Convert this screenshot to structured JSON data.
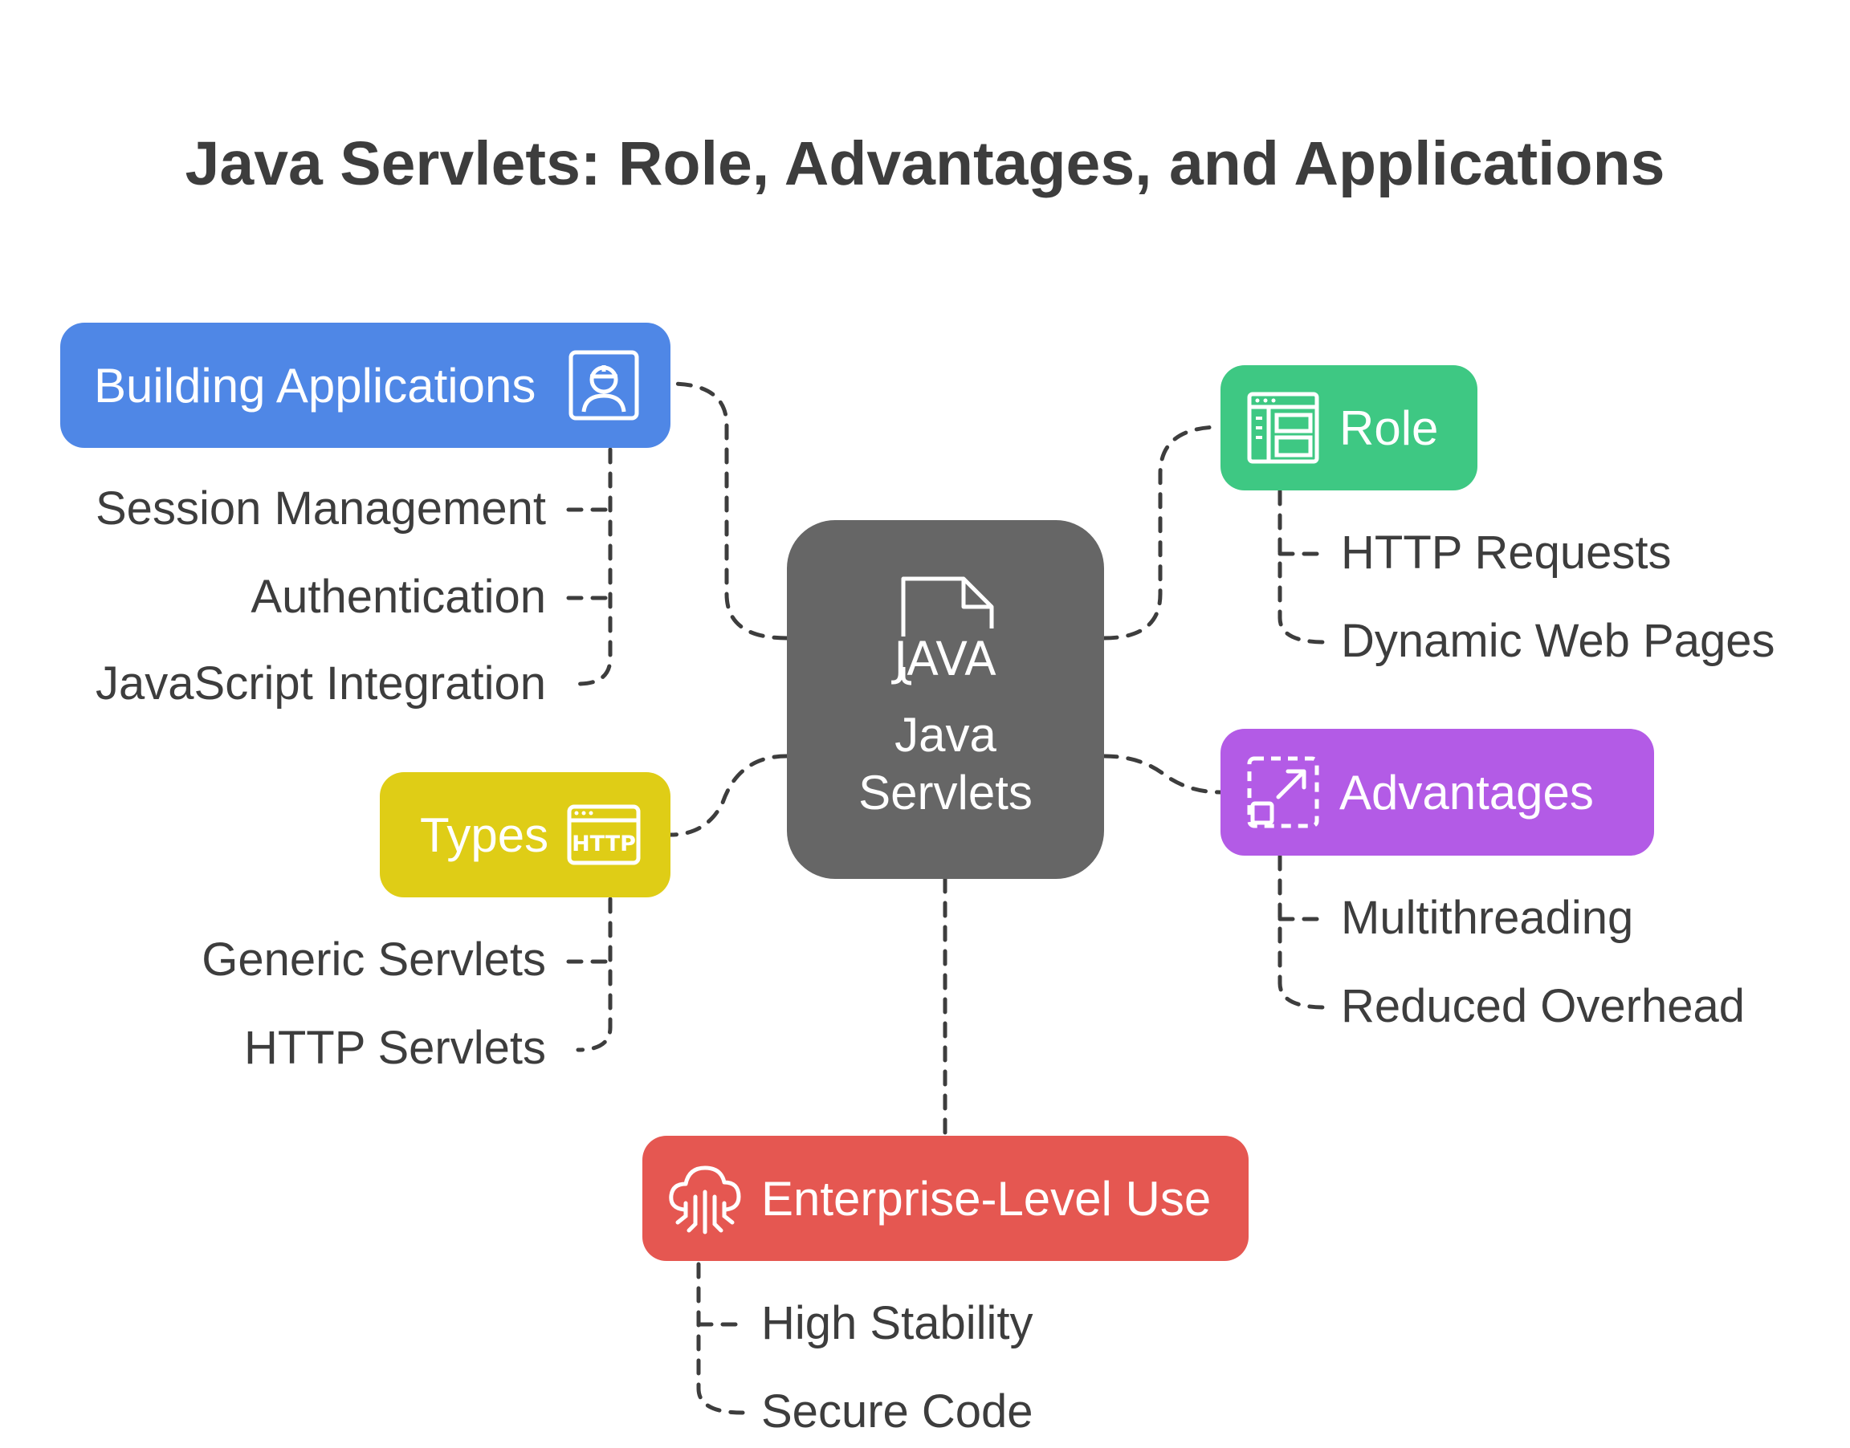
{
  "title": "Java Servlets: Role, Advantages, and Applications",
  "colors": {
    "building": "#4f87e6",
    "role": "#3ec883",
    "advantages": "#b35be6",
    "types": "#dfcd16",
    "enterprise": "#e55751",
    "center": "#666666",
    "text": "#3d3d3d",
    "connector": "#3d3d3d"
  },
  "center": {
    "icon": "java-file-icon",
    "icon_text": "JAVA",
    "label_line1": "Java",
    "label_line2": "Servlets"
  },
  "building": {
    "label": "Building Applications",
    "icon": "worker-badge-icon",
    "items": [
      "Session Management",
      "Authentication",
      "JavaScript Integration"
    ]
  },
  "role": {
    "label": "Role",
    "icon": "web-layout-icon",
    "items": [
      "HTTP Requests",
      "Dynamic Web Pages"
    ]
  },
  "advantages": {
    "label": "Advantages",
    "icon": "expand-arrow-icon",
    "items": [
      "Multithreading",
      "Reduced Overhead"
    ]
  },
  "types": {
    "label": "Types",
    "icon": "http-window-icon",
    "icon_text": "HTTP",
    "items": [
      "Generic Servlets",
      "HTTP Servlets"
    ]
  },
  "enterprise": {
    "label": "Enterprise-Level Use",
    "icon": "cloud-circuit-icon",
    "items": [
      "High Stability",
      "Secure Code"
    ]
  }
}
